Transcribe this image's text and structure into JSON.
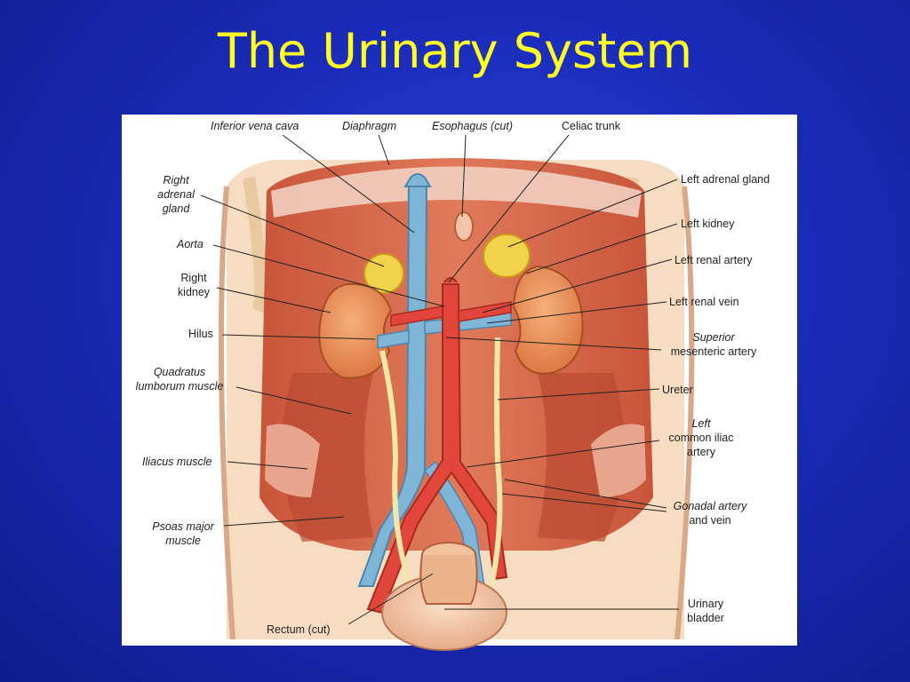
{
  "slide": {
    "title": "The Urinary System"
  },
  "labels": {
    "inferior_vena_cava": "Inferior vena cava",
    "diaphragm": "Diaphragm",
    "esophagus": "Esophagus (cut)",
    "celiac_trunk": "Celiac trunk",
    "right_adrenal_gland_1": "Right",
    "right_adrenal_gland_2": "adrenal",
    "right_adrenal_gland_3": "gland",
    "aorta": "Aorta",
    "right_kidney_1": "Right",
    "right_kidney_2": "kidney",
    "hilus": "Hilus",
    "quadratus_1": "Quadratus",
    "quadratus_2": "lumborum muscle",
    "iliacus": "Iliacus muscle",
    "psoas_1": "Psoas major",
    "psoas_2": "muscle",
    "rectum": "Rectum (cut)",
    "left_adrenal_gland": "Left adrenal gland",
    "left_kidney": "Left kidney",
    "left_renal_artery": "Left renal artery",
    "left_renal_vein": "Left renal vein",
    "superior_mesenteric_1": "Superior",
    "superior_mesenteric_2": "mesenteric artery",
    "ureter": "Ureter",
    "left_common_iliac_1": "Left",
    "left_common_iliac_2": "common iliac",
    "left_common_iliac_3": "artery",
    "gonadal_1": "Gonadal artery",
    "gonadal_2": "and vein",
    "urinary_bladder_1": "Urinary",
    "urinary_bladder_2": "bladder"
  }
}
